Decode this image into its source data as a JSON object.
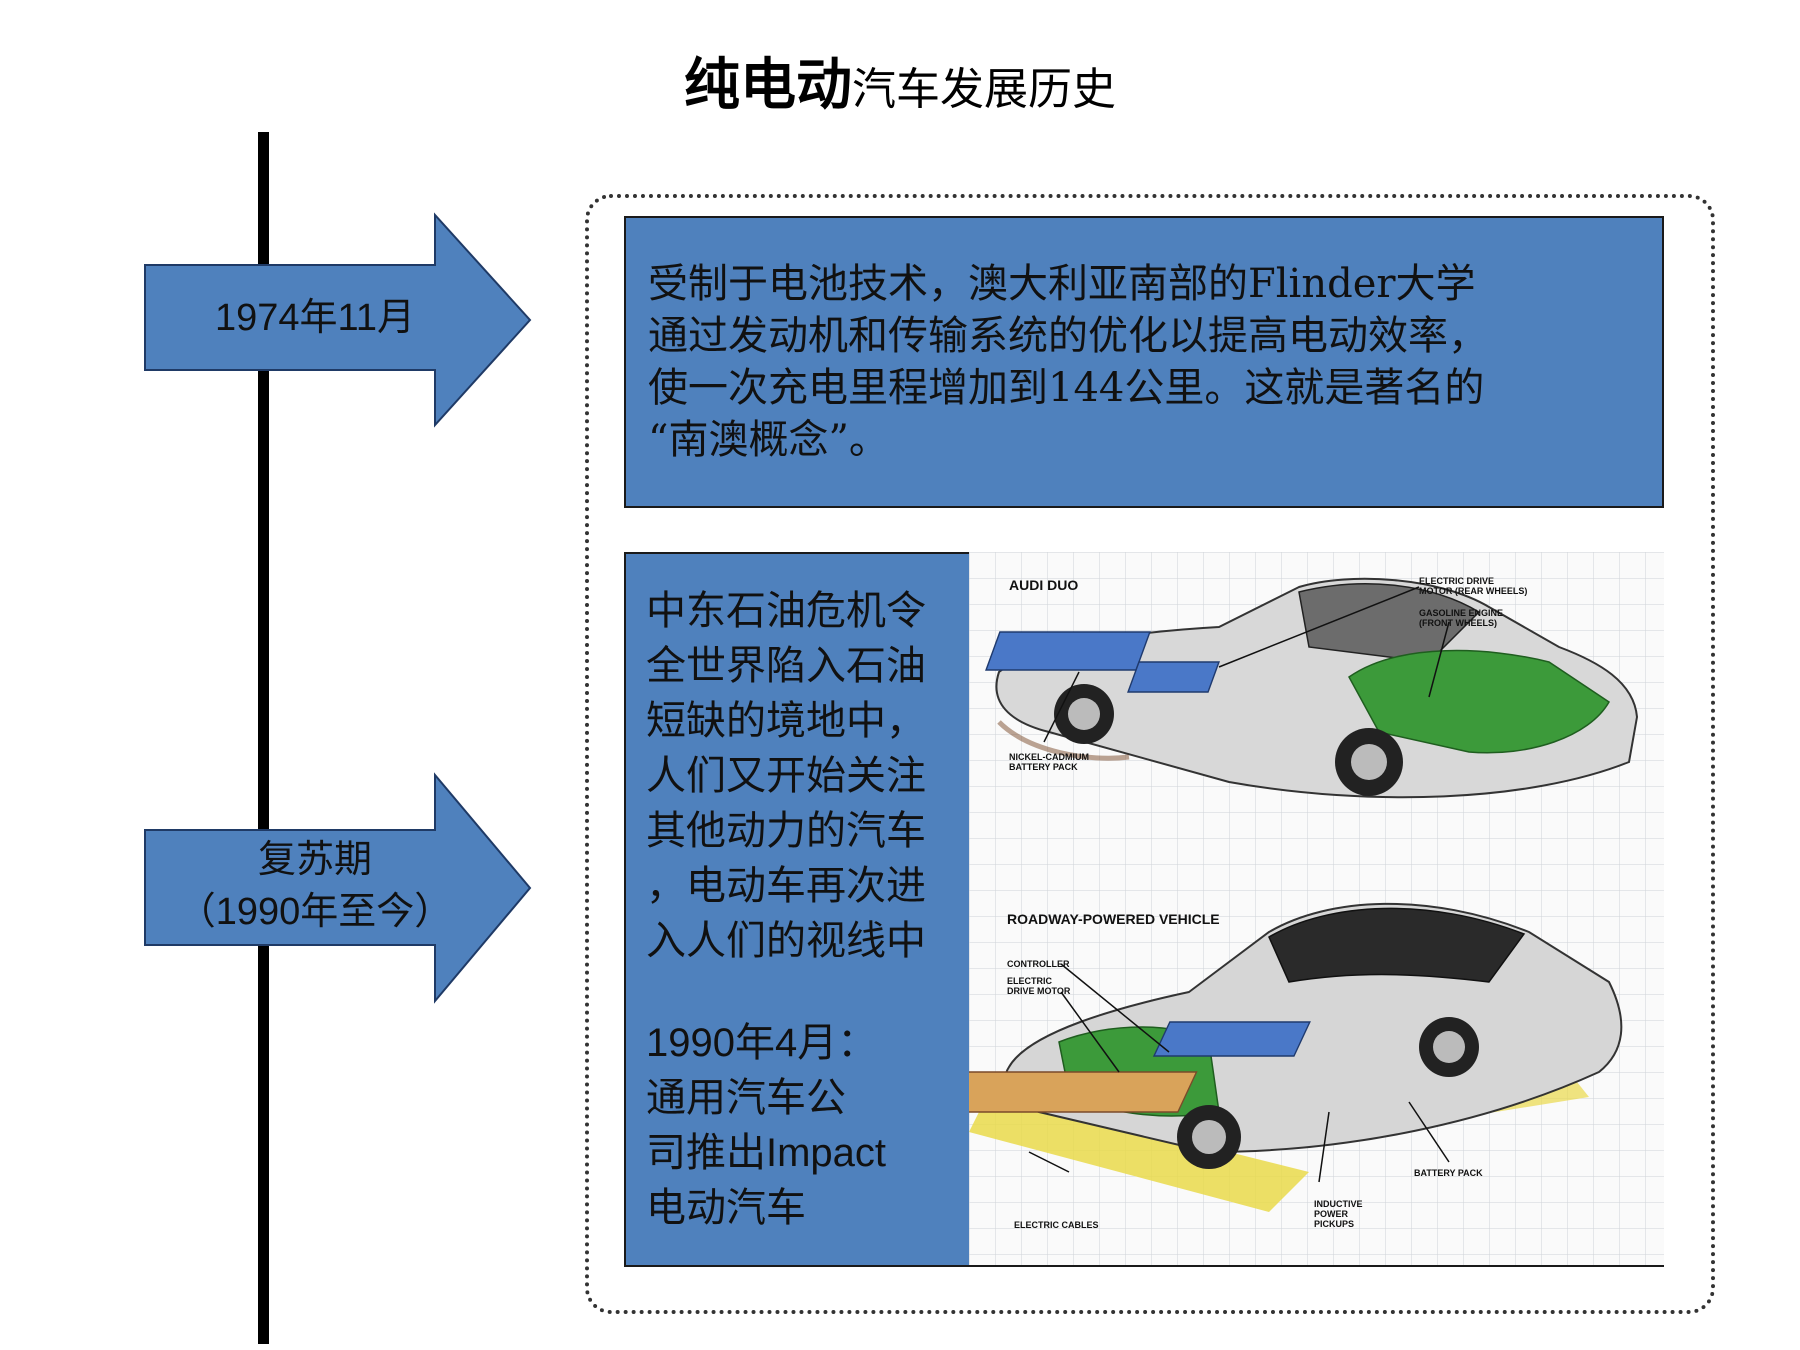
{
  "page": {
    "title_bold": "纯电动",
    "title_rest": "汽车发展历史"
  },
  "timeline": {
    "events": [
      {
        "label_line1": "1974年11月",
        "label_line2": ""
      },
      {
        "label_line1": "复苏期",
        "label_line2": "（1990年至今）"
      }
    ]
  },
  "box1": {
    "lines": [
      "受制于电池技术，澳大利亚南部的Flinder大学",
      "通过发动机和传输系统的优化以提高电动效率，",
      "使一次充电里程增加到144公里。这就是著名的",
      "“南澳概念”。"
    ]
  },
  "box2": {
    "lines": [
      "中东石油危机令",
      "全世界陷入石油",
      "短缺的境地中，",
      "人们又开始关注",
      "其他动力的汽车",
      "，电动车再次进",
      "入人们的视线中"
    ],
    "date_lines": [
      "1990年4月：",
      "通用汽车公",
      "司推出Impact",
      "电动汽车"
    ]
  },
  "illustration": {
    "top_title": "AUDI DUO",
    "top_labels": {
      "motor_1": "ELECTRIC DRIVE",
      "motor_2": "MOTOR (REAR WHEELS)",
      "engine_1": "GASOLINE ENGINE",
      "engine_2": "(FRONT WHEELS)",
      "battery_1": "NICKEL-CADMIUM",
      "battery_2": "BATTERY PACK"
    },
    "bottom_title": "ROADWAY-POWERED VEHICLE",
    "bottom_labels": {
      "controller": "CONTROLLER",
      "drive_1": "ELECTRIC",
      "drive_2": "DRIVE MOTOR",
      "battery": "BATTERY PACK",
      "pickups_1": "INDUCTIVE",
      "pickups_2": "POWER",
      "pickups_3": "PICKUPS",
      "cables": "ELECTRIC CABLES"
    },
    "colors": {
      "accent_blue": "#4f81bd",
      "engine_green": "#3c9a3a",
      "battery_blue": "#4a78c8",
      "road_strip": "#e9d94a"
    }
  }
}
